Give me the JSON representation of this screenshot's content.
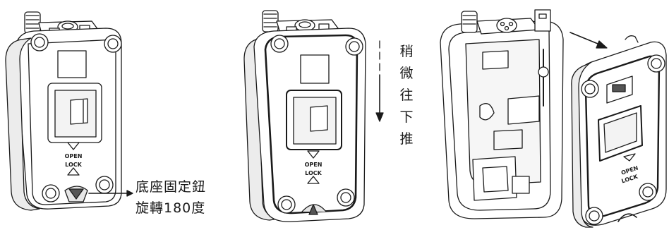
{
  "caption_step1": {
    "line1": "底座固定鈕",
    "line2": "旋轉180度"
  },
  "caption_step2": [
    "稍",
    "微",
    "往",
    "下",
    "推"
  ],
  "device_labels": {
    "open": "OPEN",
    "lock": "LOCK"
  },
  "icons": [
    "rotate-knob-icon",
    "down-arrow-icon",
    "diagonal-arrow-icon"
  ],
  "colors": {
    "line": "#1a1a1a",
    "fill": "#ffffff",
    "shade": "#e6e6e6",
    "dark": "#555555"
  }
}
